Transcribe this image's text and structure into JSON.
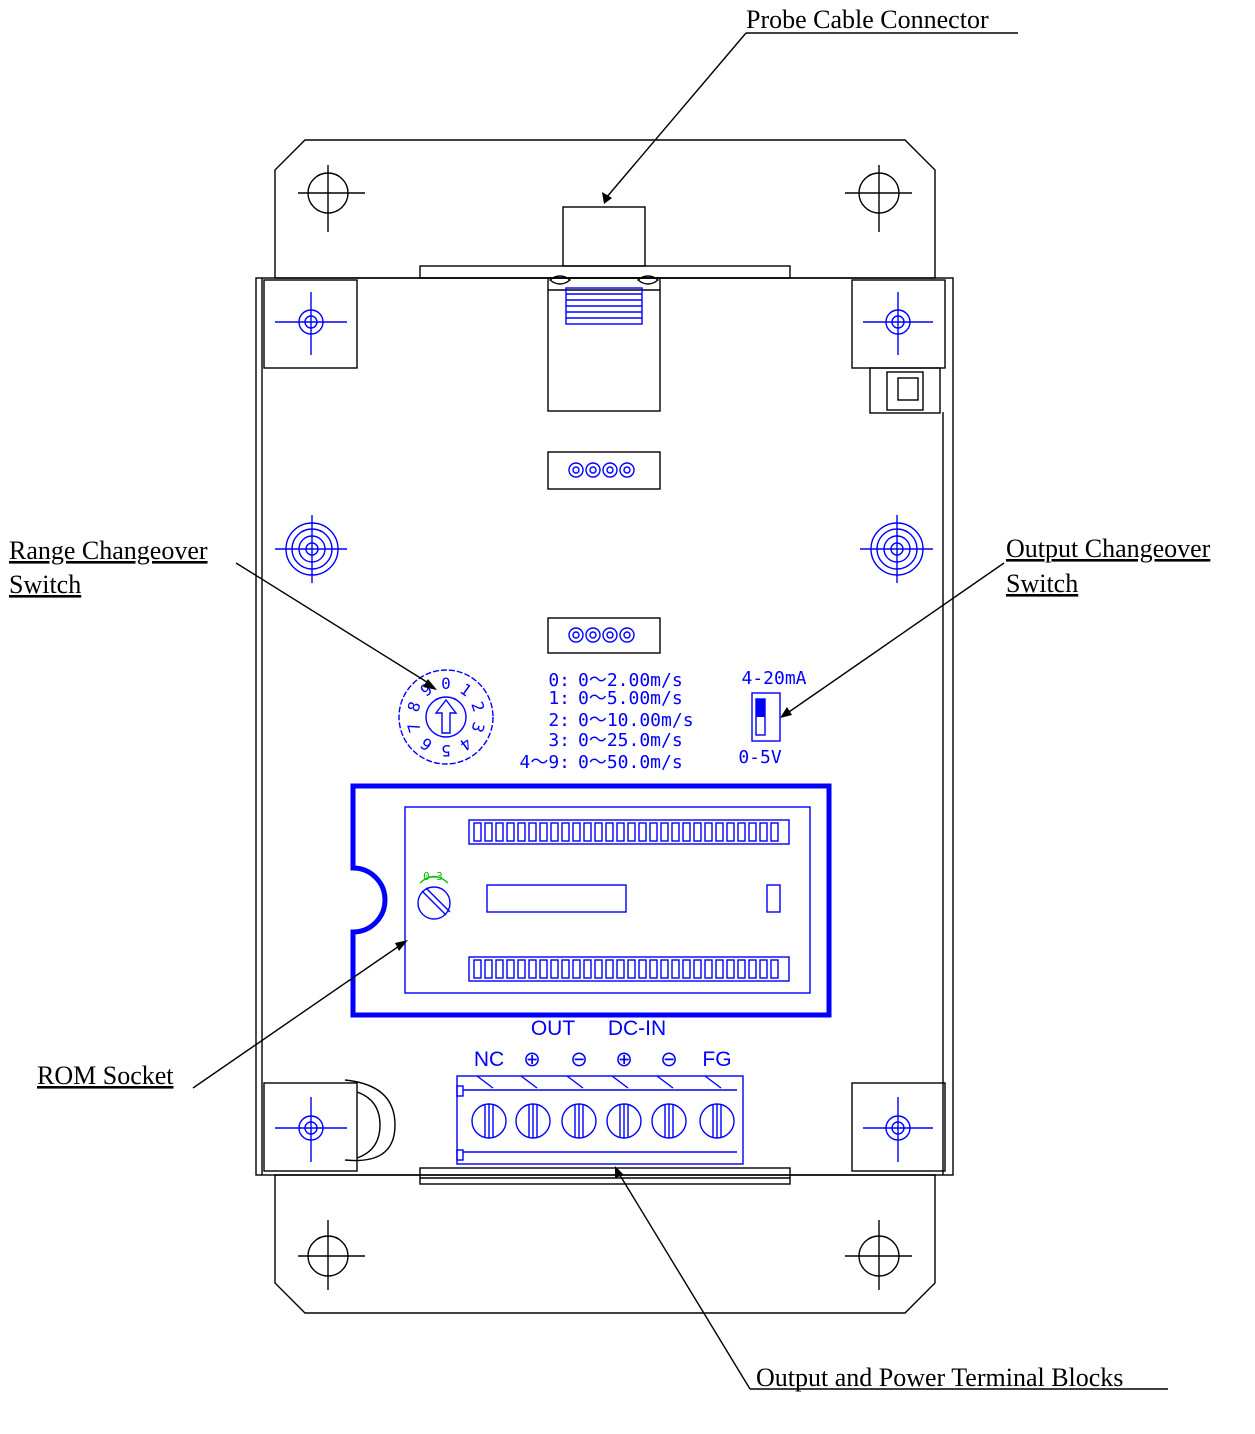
{
  "callouts": {
    "probe_connector": "Probe Cable Connector",
    "range_switch_line1": "Range Changeover",
    "range_switch_line2": "Switch",
    "output_switch_line1": "Output Changeover",
    "output_switch_line2": "Switch",
    "rom_socket": "ROM Socket",
    "terminal_blocks": "Output and Power Terminal Blocks"
  },
  "range_table": [
    {
      "key": "0:",
      "range": "0〜2.00m/s"
    },
    {
      "key": "1:",
      "range": "0〜5.00m/s"
    },
    {
      "key": "2:",
      "range": "0〜10.00m/s"
    },
    {
      "key": "3:",
      "range": "0〜25.0m/s"
    },
    {
      "key": "4〜9:",
      "range": "0〜50.0m/s"
    }
  ],
  "dial_digits": [
    "0",
    "1",
    "2",
    "3",
    "4",
    "5",
    "6",
    "7",
    "8",
    "9"
  ],
  "output_switch": {
    "top": "4-20mA",
    "bottom": "0-5V"
  },
  "trimmer_label": "0—3",
  "terminal": {
    "group_out": "OUT",
    "group_dcin": "DC-IN",
    "labels": [
      "NC",
      "⊕",
      "⊖",
      "⊕",
      "⊖",
      "FG"
    ]
  },
  "colors": {
    "line": "#000000",
    "component": "#0000ff",
    "trimmer": "#00c000"
  }
}
